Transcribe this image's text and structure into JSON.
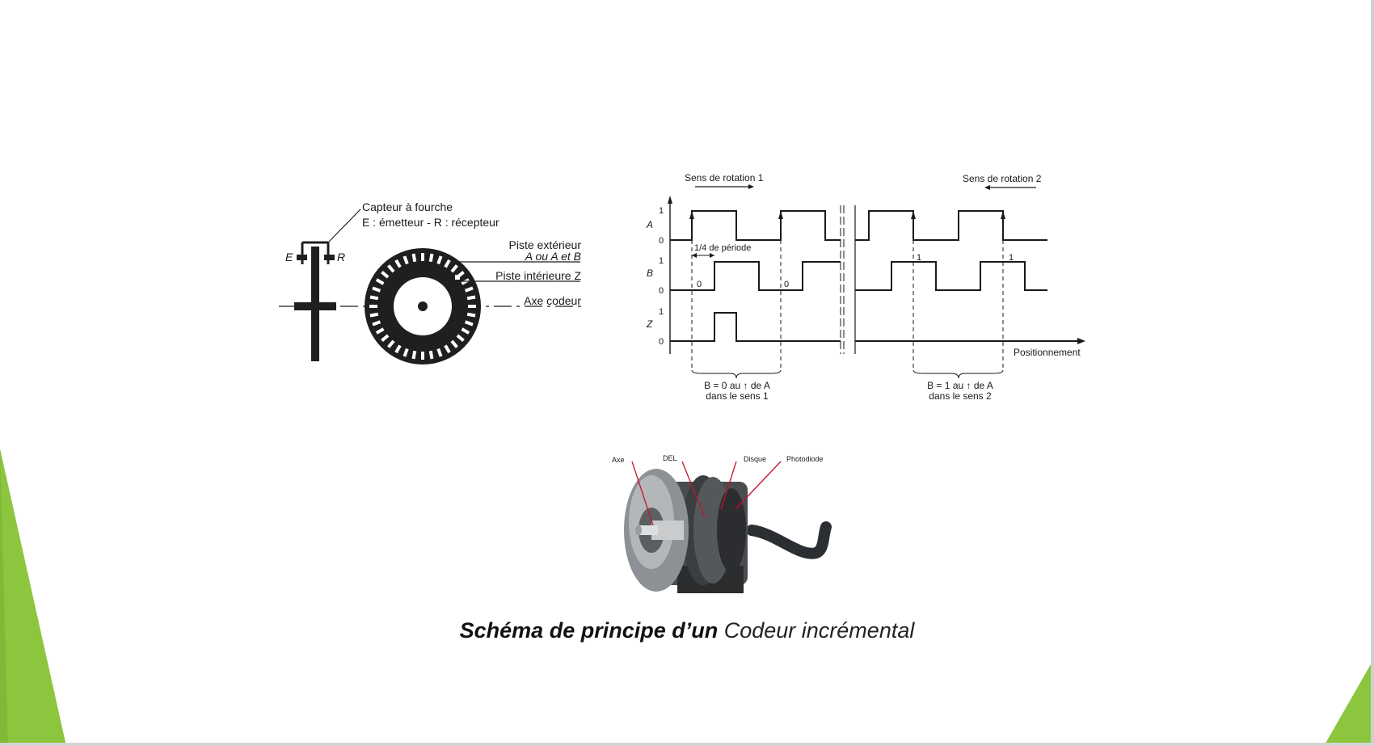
{
  "colors": {
    "accent_green": "#8cc63f",
    "dark_green": "#6aa12a",
    "ink": "#1a1a1a",
    "red_leader": "#c8102e"
  },
  "fork_diagram": {
    "sensor_label": "Capteur à fourche",
    "sensor_sub": "E : émetteur - R : récepteur",
    "emitter_letter": "E",
    "receiver_letter": "R",
    "outer_track_line1": "Piste extérieur",
    "outer_track_line2": "A ou A et B",
    "inner_track": "Piste intérieure Z",
    "axis_label": "Axe codeur"
  },
  "timing_diagram": {
    "rotation1": "Sens de rotation 1",
    "rotation2": "Sens de rotation 2",
    "signals": [
      "A",
      "B",
      "Z"
    ],
    "level_high": "1",
    "level_low": "0",
    "quarter_period": "1/4 de période",
    "b_marker_sens1": "0",
    "b_marker_sens2": "1",
    "x_axis": "Positionnement",
    "note_sens1_line1": "B = 0 au ↑ de A",
    "note_sens1_line2": "dans le sens 1",
    "note_sens2_line1": "B = 1 au ↑ de A",
    "note_sens2_line2": "dans le sens 2"
  },
  "encoder_photo": {
    "labels": [
      "Axe",
      "DEL",
      "Disque",
      "Photodiode"
    ]
  },
  "caption": {
    "bold": "Schéma de principe d’un",
    "light": "Codeur incrémental"
  }
}
